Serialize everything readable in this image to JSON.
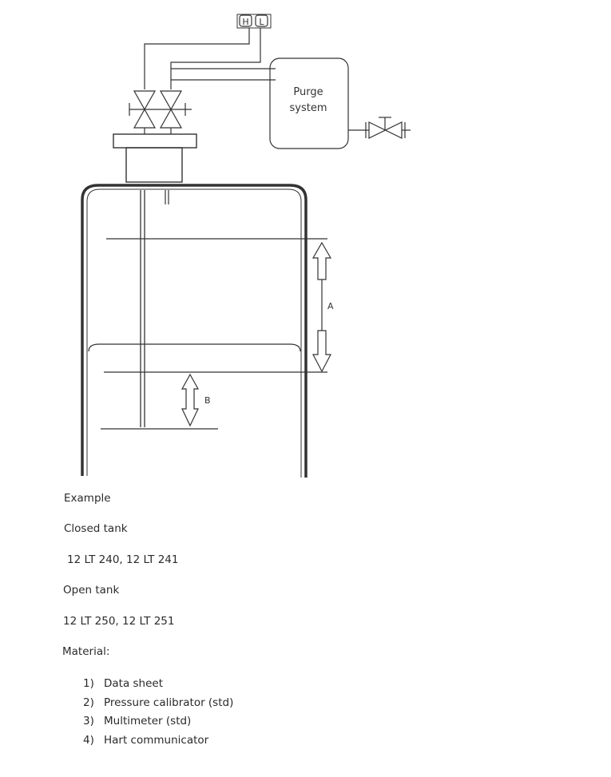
{
  "diagram": {
    "transmitter_high": "H",
    "transmitter_low": "L",
    "purge_system_line1": "Purge",
    "purge_system_line2": "system",
    "dimension_a": "A",
    "dimension_b": "B"
  },
  "text": {
    "example": "Example",
    "closed_tank": "Closed tank",
    "closed_tank_tags": "12 LT 240, 12 LT 241",
    "open_tank": "Open tank",
    "open_tank_tags": "12 LT 250, 12 LT 251",
    "material": "Material:"
  },
  "material_list": [
    {
      "num": "1)",
      "label": "Data sheet"
    },
    {
      "num": "2)",
      "label": "Pressure calibrator  (std)"
    },
    {
      "num": "3)",
      "label": "Multimeter (std)"
    },
    {
      "num": "4)",
      "label": "Hart communicator"
    }
  ]
}
